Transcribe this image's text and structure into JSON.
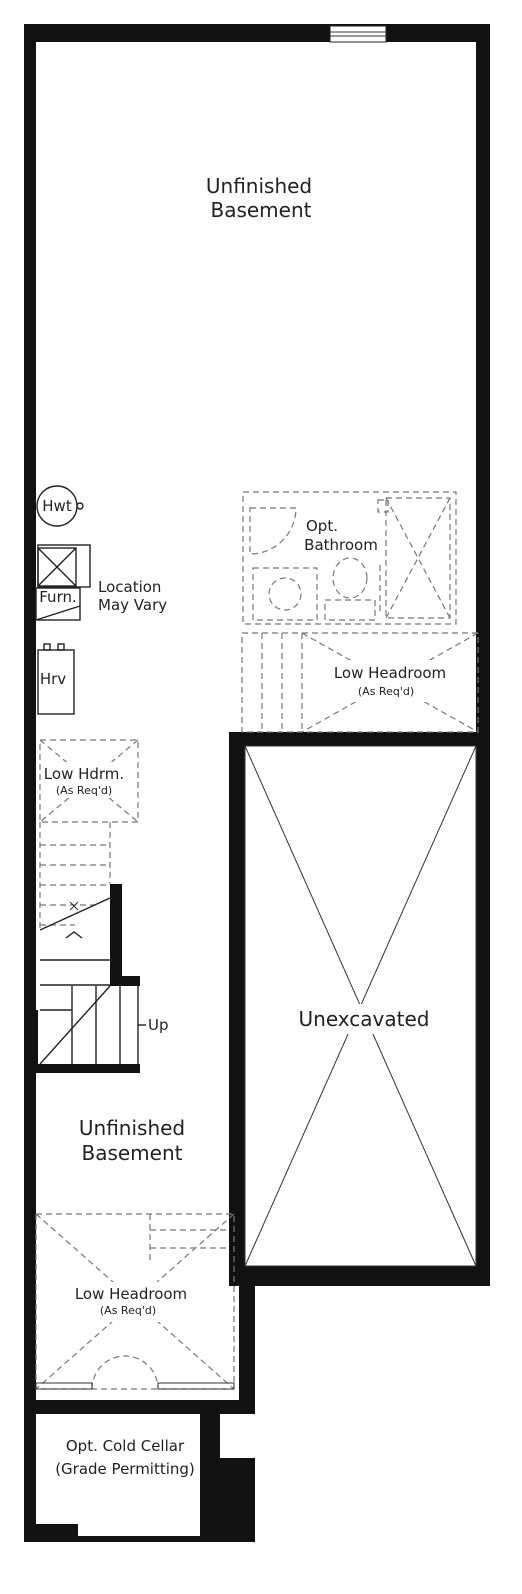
{
  "rooms": {
    "top_basement": [
      "Unfinished",
      "Basement"
    ],
    "bottom_basement": [
      "Unfinished",
      "Basement"
    ],
    "unexcavated": "Unexcavated",
    "cold_cellar": [
      "Opt. Cold Cellar",
      "(Grade Permitting)"
    ]
  },
  "fixtures": {
    "hwt": "Hwt",
    "furn": "Furn.",
    "location_note": [
      "Location",
      "May Vary"
    ],
    "hrv": "Hrv"
  },
  "bathroom": [
    "Opt.",
    "Bathroom"
  ],
  "low_headroom_right": [
    "Low Headroom",
    "(As Req'd)"
  ],
  "low_headroom_left": [
    "Low Hdrm.",
    "(As Req'd)"
  ],
  "low_headroom_bottom": [
    "Low Headroom",
    "(As Req'd)"
  ],
  "stairs_up": "Up",
  "colors": {
    "wall": "#111111",
    "dashed": "#777777",
    "text": "#222222"
  }
}
